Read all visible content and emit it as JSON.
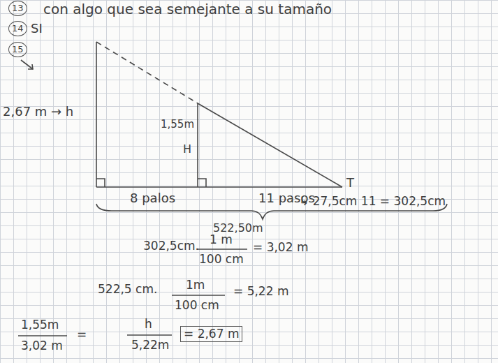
{
  "diagram": {
    "labels": [
      "13",
      "con algo que sea semejante a su tamaño",
      "14",
      "SI",
      "15",
      "2,67 m → h",
      "1,55m",
      "H",
      "8 palos",
      "11 pasos",
      "T",
      "↳ 27,5cm 11 = 302,5cm",
      "522,50m",
      "302,5cm.",
      "1 m",
      "100 cm",
      "= 3,02 m",
      "522,5 cm.",
      "1m",
      "100 cm",
      "= 5,22 m",
      "1,55m",
      "3,02 m",
      "=",
      "h",
      "5,22m",
      "= 2,67 m"
    ]
  }
}
